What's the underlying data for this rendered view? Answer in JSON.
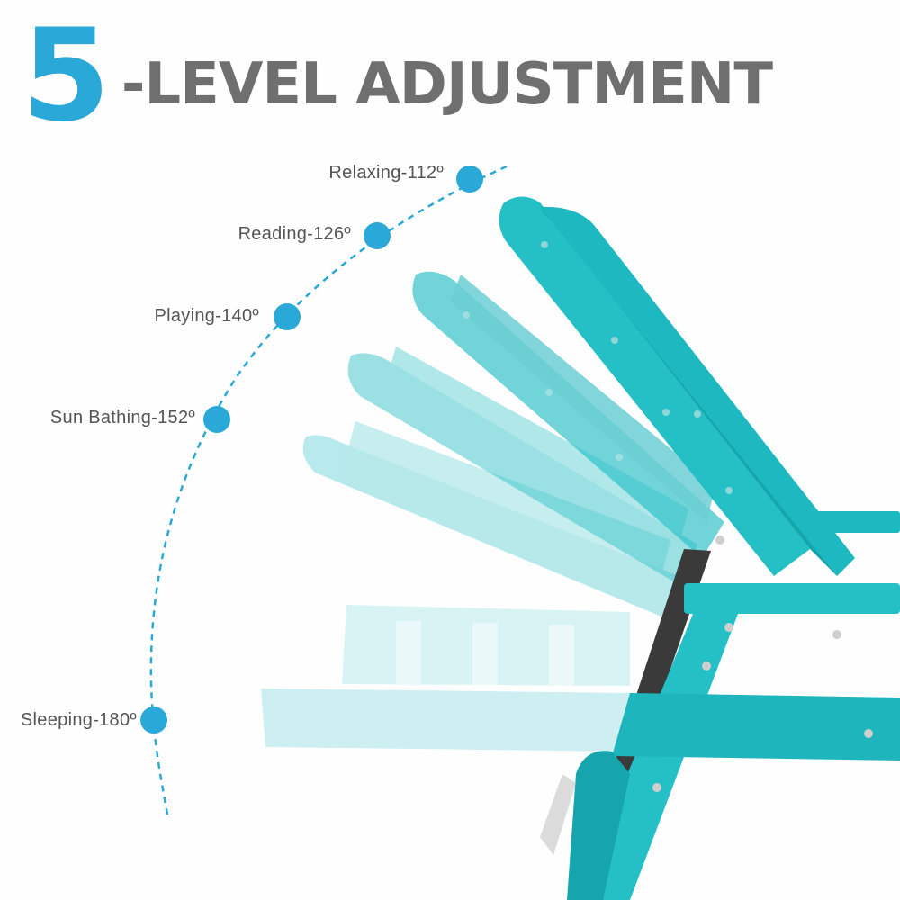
{
  "headline": {
    "number": "5",
    "text": "-LEVEL ADJUSTMENT"
  },
  "positions": [
    {
      "label": "Relaxing-112º",
      "angle_deg": 112
    },
    {
      "label": "Reading-126º",
      "angle_deg": 126
    },
    {
      "label": "Playing-140º",
      "angle_deg": 140
    },
    {
      "label": "Sun Bathing-152º",
      "angle_deg": 152
    },
    {
      "label": "Sleeping-180º",
      "angle_deg": 180
    }
  ],
  "colors": {
    "accent_blue": "#2aa8d8",
    "headline_gray": "#6f6f6f",
    "label_gray": "#555555",
    "chair_teal": "#25bfc6",
    "chair_teal_dark": "#17a5ad",
    "chair_metal": "#3a3a3a"
  }
}
